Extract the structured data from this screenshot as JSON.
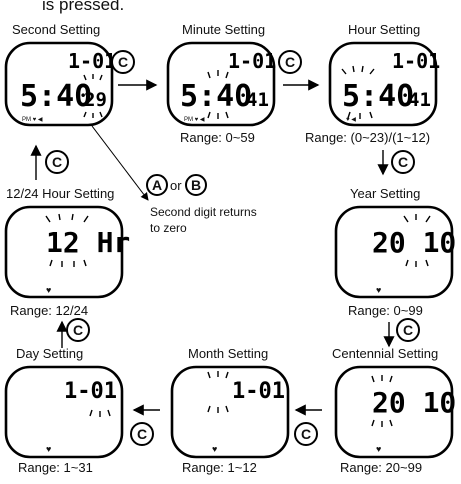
{
  "intro_text": "is pressed.",
  "button_c": "C",
  "button_a": "A",
  "button_b": "B",
  "or_text": "or",
  "note_text_1": "Second digit returns",
  "note_text_2": "to zero",
  "panels": {
    "second": {
      "title": "Second Setting",
      "date": "1-01",
      "time": "5:40",
      "sec": "29",
      "icons": "PM ♥ ◀"
    },
    "minute": {
      "title": "Minute Setting",
      "date": "1-01",
      "time": "5:40",
      "sec": "41",
      "icons": "PM ♥ ◀",
      "range": "Range: 0~59"
    },
    "hour": {
      "title": "Hour Setting",
      "date": "1-01",
      "time": "5:40",
      "sec": "41",
      "icons": "♥ ◀",
      "range": "Range: (0~23)/(1~12)"
    },
    "h1224": {
      "title": "12/24 Hour Setting",
      "main": "12 Hr",
      "icons": "♥",
      "range": "Range: 12/24"
    },
    "year": {
      "title": "Year Setting",
      "main": "20 10",
      "icons": "♥",
      "range": "Range: 0~99"
    },
    "day": {
      "title": "Day Setting",
      "date": "1-01",
      "icons": "♥",
      "range": "Range: 1~31"
    },
    "month": {
      "title": "Month Setting",
      "date": "1-01",
      "icons": "♥",
      "range": "Range: 1~12"
    },
    "centennial": {
      "title": "Centennial Setting",
      "main": "20 10",
      "icons": "♥",
      "range": "Range: 20~99"
    }
  }
}
